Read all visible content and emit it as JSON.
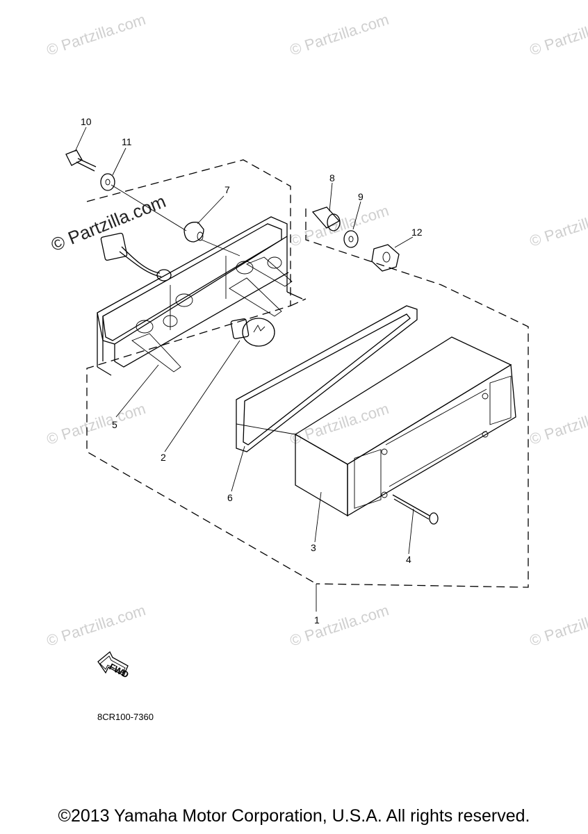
{
  "diagram": {
    "watermark": "© Partzilla.com",
    "drawing_code": "8CR100-7360",
    "fwd_label": "FWD",
    "callouts": {
      "c1": "1",
      "c2": "2",
      "c3": "3",
      "c4": "4",
      "c5": "5",
      "c6": "6",
      "c7": "7",
      "c8": "8",
      "c9": "9",
      "c10": "10",
      "c11": "11",
      "c12": "12"
    }
  },
  "footer": {
    "copyright": "©2013 Yamaha Motor Corporation, U.S.A. All rights reserved."
  }
}
